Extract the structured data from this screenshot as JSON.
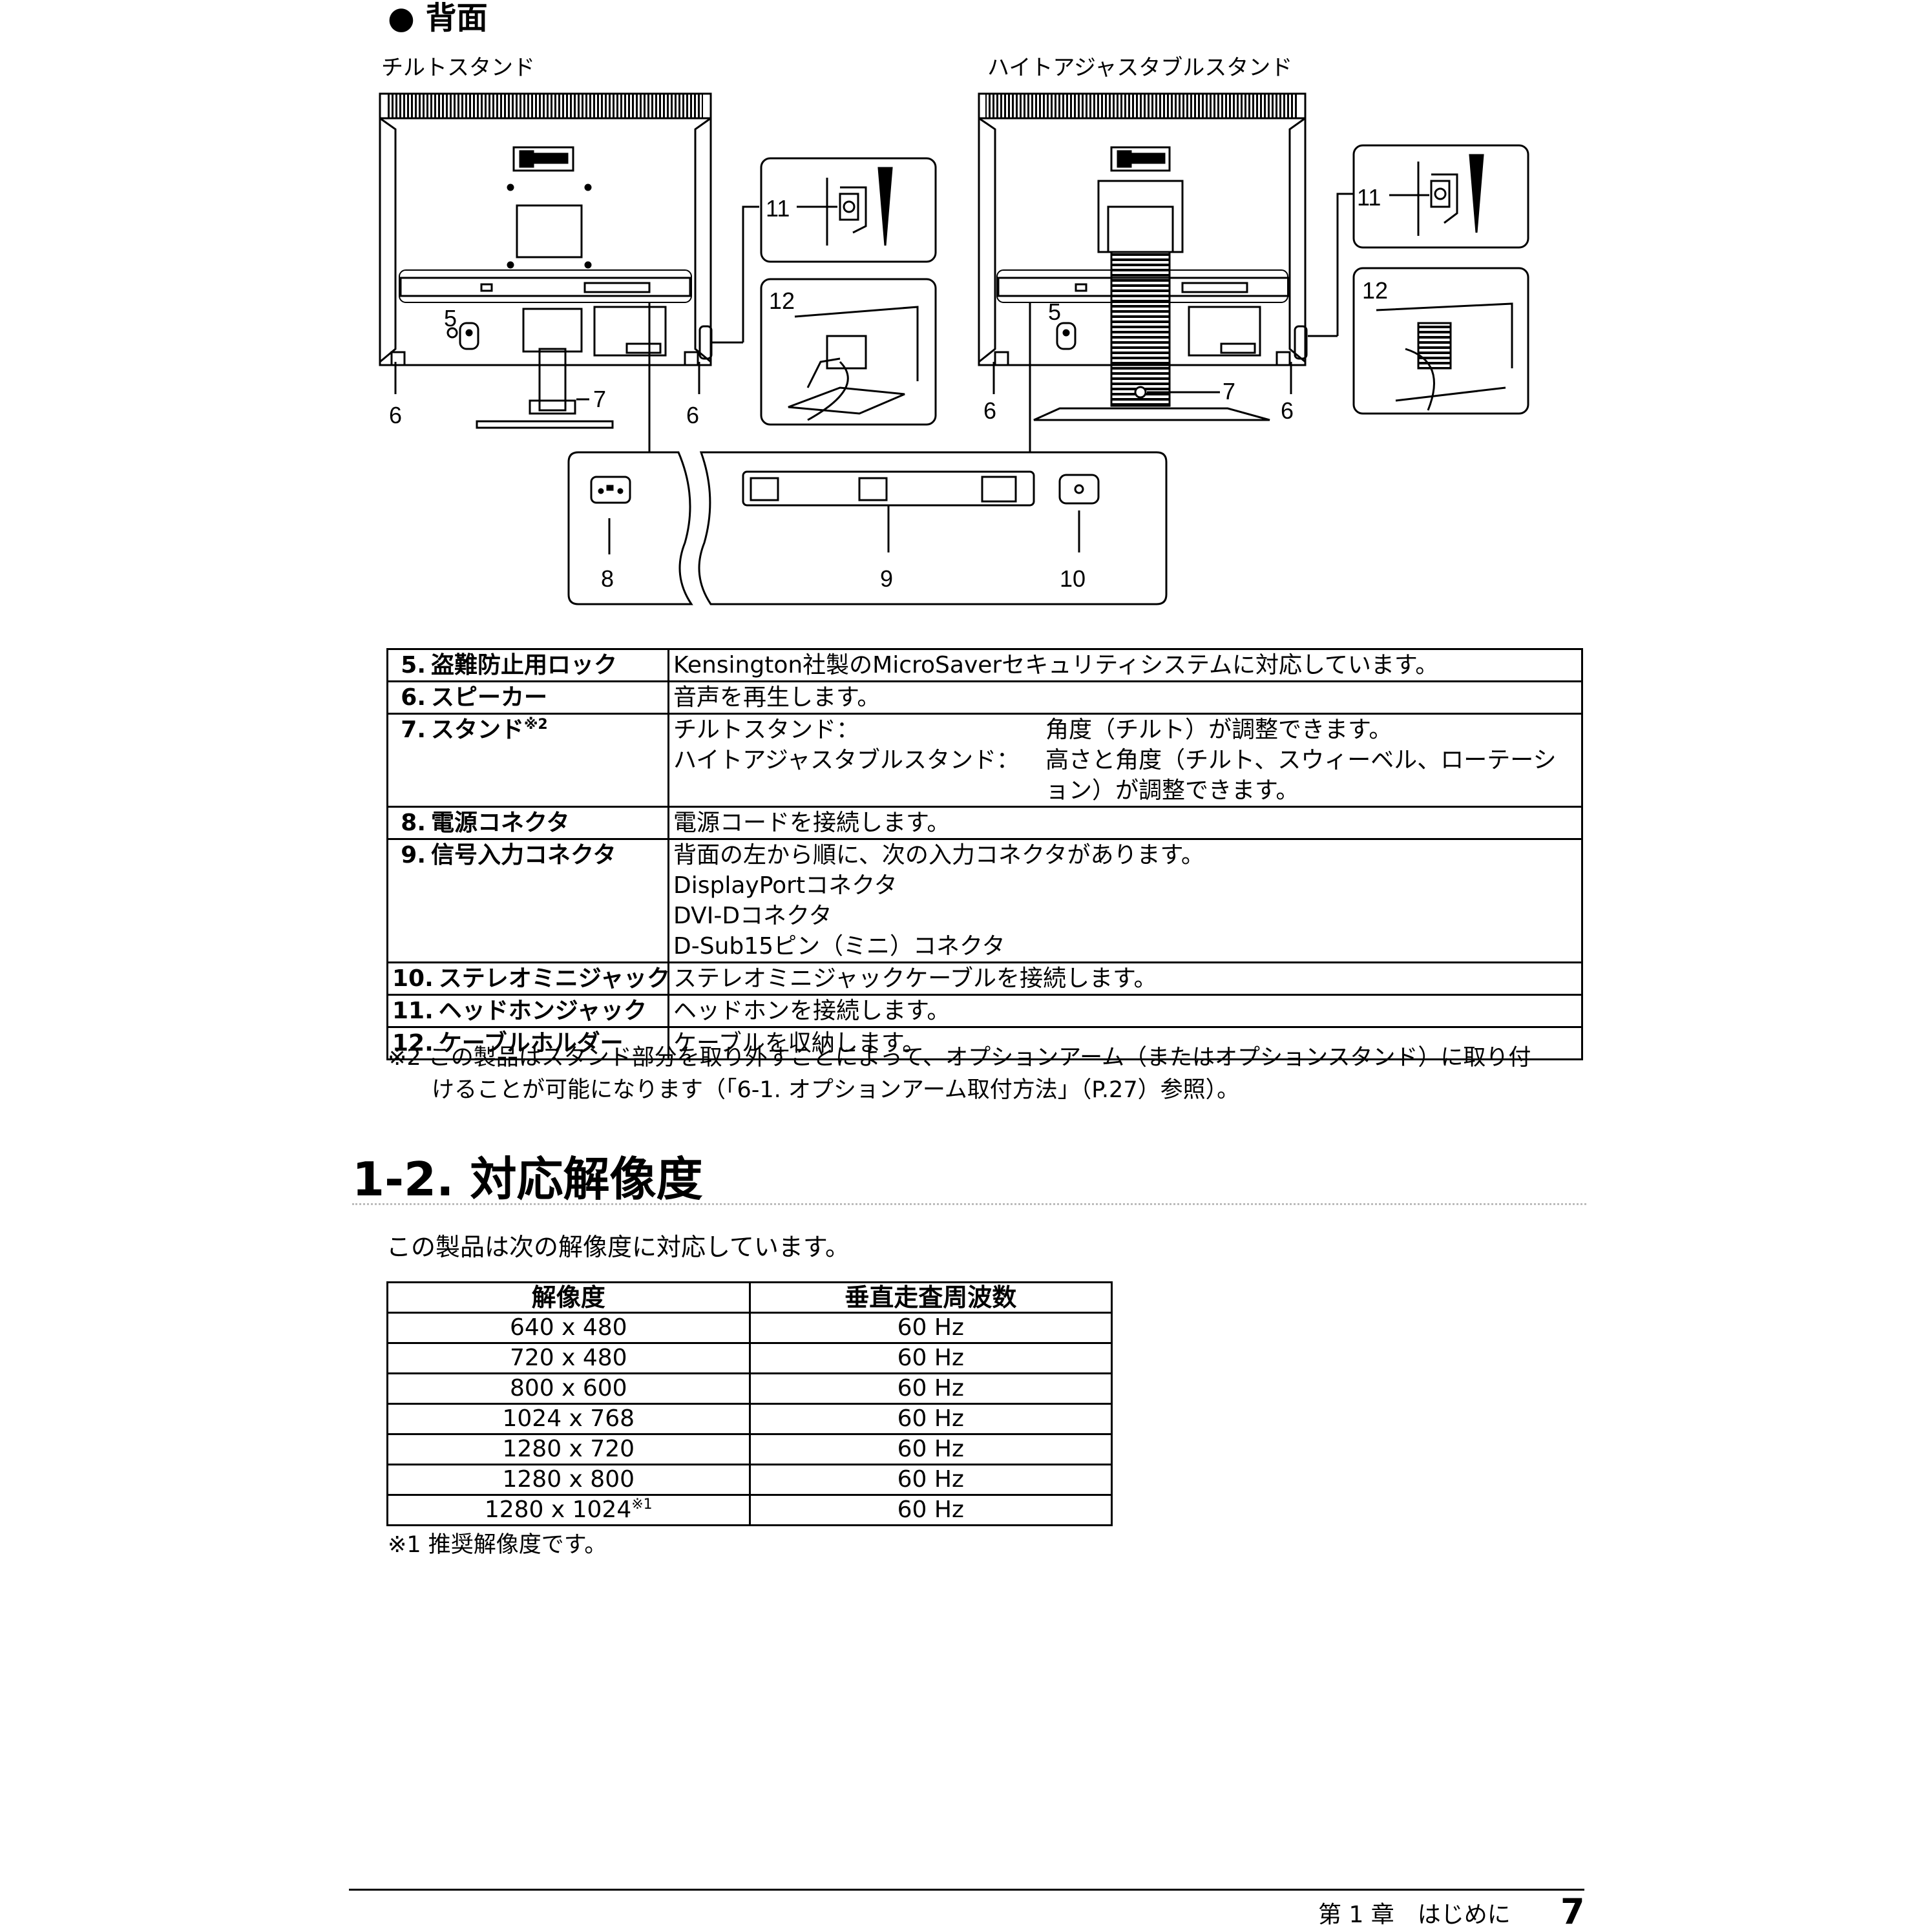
{
  "section_title": "● 背面",
  "diagram": {
    "tilt_label": "チルトスタンド",
    "height_label": "ハイトアジャスタブルスタンド",
    "callouts": [
      "5",
      "6",
      "6",
      "7",
      "11",
      "12",
      "5",
      "6",
      "6",
      "7",
      "11",
      "12",
      "8",
      "9",
      "10"
    ]
  },
  "parts": [
    {
      "num": "5.",
      "name": "盗難防止用ロック",
      "desc": [
        "Kensington社製のMicroSaverセキュリティシステムに対応しています。"
      ]
    },
    {
      "num": "6.",
      "name": "スピーカー",
      "desc": [
        "音声を再生します。"
      ]
    },
    {
      "num": "7.",
      "name": "スタンド",
      "sup": "※2",
      "stand": [
        {
          "key": "チルトスタンド：",
          "val": "角度（チルト）が調整できます。"
        },
        {
          "key": "ハイトアジャスタブルスタンド：",
          "val": "高さと角度（チルト、スウィーベル、ローテーション）が調整できます。"
        }
      ]
    },
    {
      "num": "8.",
      "name": "電源コネクタ",
      "desc": [
        "電源コードを接続します。"
      ]
    },
    {
      "num": "9.",
      "name": "信号入力コネクタ",
      "desc": [
        "背面の左から順に、次の入力コネクタがあります。",
        "DisplayPortコネクタ",
        "DVI-Dコネクタ",
        "D-Sub15ピン（ミニ）コネクタ"
      ]
    },
    {
      "num": "10.",
      "name": "ステレオミニジャック",
      "desc": [
        "ステレオミニジャックケーブルを接続します。"
      ]
    },
    {
      "num": "11.",
      "name": "ヘッドホンジャック",
      "desc": [
        "ヘッドホンを接続します。"
      ]
    },
    {
      "num": "12.",
      "name": "ケーブルホルダー",
      "desc": [
        "ケーブルを収納します。"
      ]
    }
  ],
  "footnote2": {
    "line1": "※2 この製品はスタンド部分を取り外すことによって、オプションアーム（またはオプションスタンド）に取り付",
    "line2": "けることが可能になります（「6-1. オプションアーム取付方法」（P.27）参照）。"
  },
  "resolution_section": {
    "heading": "1-2.  対応解像度",
    "intro": "この製品は次の解像度に対応しています。",
    "headers": [
      "解像度",
      "垂直走査周波数"
    ],
    "rows": [
      {
        "res": "640 x 480",
        "freq": "60 Hz"
      },
      {
        "res": "720 x 480",
        "freq": "60 Hz"
      },
      {
        "res": "800 x 600",
        "freq": "60 Hz"
      },
      {
        "res": "1024 x 768",
        "freq": "60 Hz"
      },
      {
        "res": "1280 x 720",
        "freq": "60 Hz"
      },
      {
        "res": "1280 x 800",
        "freq": "60 Hz"
      },
      {
        "res": "1280 x 1024",
        "sup": "※1",
        "freq": "60 Hz"
      }
    ],
    "footnote": "※1 推奨解像度です。"
  },
  "footer": {
    "chapter": "第 1 章　はじめに",
    "page": "7"
  }
}
